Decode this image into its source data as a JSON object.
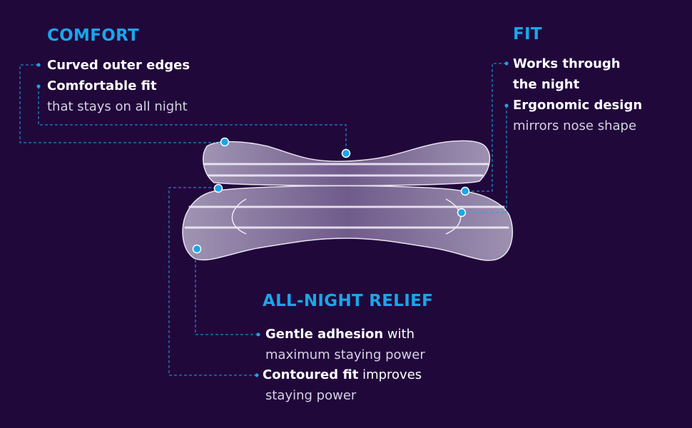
{
  "sections": {
    "comfort": {
      "heading": "COMFORT",
      "items": [
        {
          "bold": "Curved outer edges",
          "rest": ""
        },
        {
          "bold": "Comfortable fit",
          "rest": "that stays on all night"
        }
      ]
    },
    "fit": {
      "heading": "FIT",
      "items": [
        {
          "bold": "Works through",
          "bold2": "the night",
          "rest": ""
        },
        {
          "bold": "Ergonomic design",
          "rest": "mirrors nose shape"
        }
      ]
    },
    "relief": {
      "heading": "ALL-NIGHT RELIEF",
      "items": [
        {
          "bold": "Gentle adhesion",
          "rest": " with",
          "rest2": "maximum staying power"
        },
        {
          "bold": "Contoured fit",
          "rest": " improves",
          "rest2": "staying power"
        }
      ]
    }
  },
  "colors": {
    "background": "#21083b",
    "accent": "#1aa6ea",
    "strip": "#9c8fb4"
  }
}
